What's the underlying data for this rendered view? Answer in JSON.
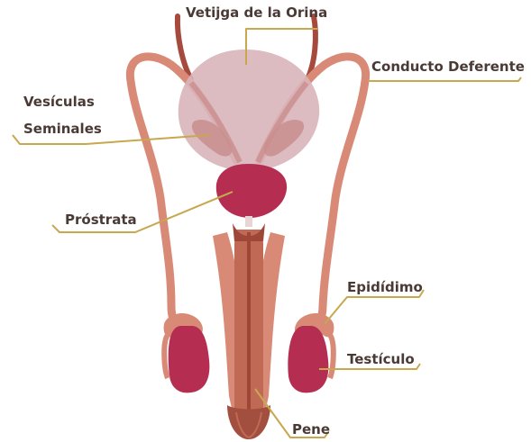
{
  "labels": {
    "bladder": "Vetijga de la Orina",
    "vas_deferens": "Conducto Deferente",
    "seminal_vesicles_line1": "Vesículas",
    "seminal_vesicles_line2": "Seminales",
    "prostate": "Próstrata",
    "epididymis": "Epidídimo",
    "testicle": "Testículo",
    "penis": "Pene"
  },
  "colors": {
    "bladder": "#d8b4ba",
    "duct": "#d98a76",
    "duct_dark": "#b95f4c",
    "prostate": "#b52e52",
    "testicle": "#b52e52",
    "penis": "#d98a76",
    "urethra_dark": "#9e4738",
    "ureter": "#a64a3d",
    "leader": "#c7a84f"
  }
}
